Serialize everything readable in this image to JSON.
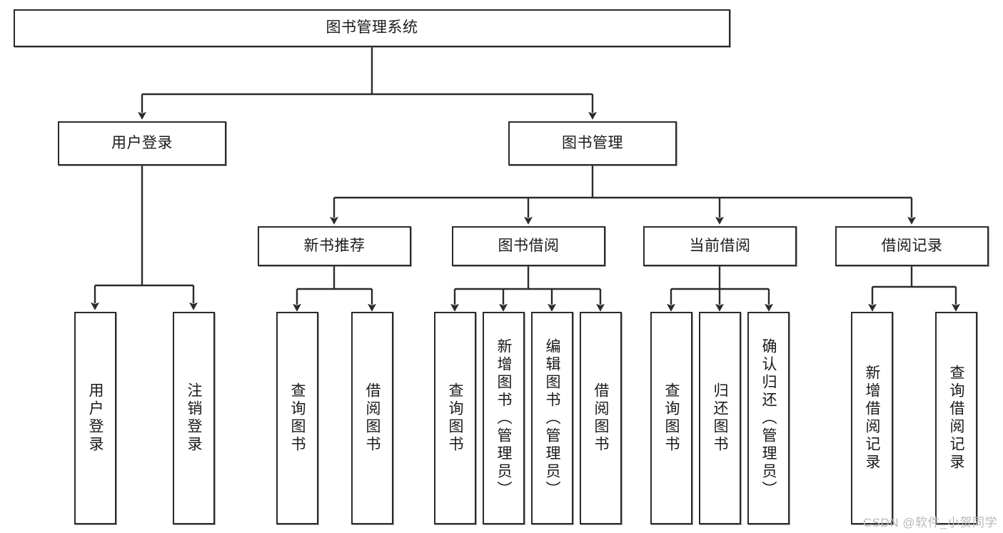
{
  "diagram": {
    "title": "图书管理系统",
    "type": "tree-hierarchy-chart",
    "root": {
      "label": "图书管理系统",
      "orientation": "horizontal"
    },
    "level2": [
      {
        "label": "用户登录",
        "orientation": "horizontal"
      },
      {
        "label": "图书管理",
        "orientation": "horizontal"
      }
    ],
    "level3": [
      {
        "label": "新书推荐",
        "orientation": "horizontal"
      },
      {
        "label": "图书借阅",
        "orientation": "horizontal"
      },
      {
        "label": "当前借阅",
        "orientation": "horizontal"
      },
      {
        "label": "借阅记录",
        "orientation": "horizontal"
      }
    ],
    "leaves": {
      "user_login": [
        {
          "label": "用户登录",
          "orientation": "vertical"
        },
        {
          "label": "注销登录",
          "orientation": "vertical"
        }
      ],
      "new_book_recommend": [
        {
          "label": "查询图书",
          "orientation": "vertical"
        },
        {
          "label": "借阅图书",
          "orientation": "vertical"
        }
      ],
      "book_borrow": [
        {
          "label": "查询图书",
          "orientation": "vertical"
        },
        {
          "label": "新增图书（管理员）",
          "orientation": "vertical"
        },
        {
          "label": "编辑图书（管理员）",
          "orientation": "vertical"
        },
        {
          "label": "借阅图书",
          "orientation": "vertical"
        }
      ],
      "current_borrow": [
        {
          "label": "查询图书",
          "orientation": "vertical"
        },
        {
          "label": "归还图书",
          "orientation": "vertical"
        },
        {
          "label": "确认归还（管理员）",
          "orientation": "vertical"
        }
      ],
      "borrow_record": [
        {
          "label": "新增借阅记录",
          "orientation": "vertical"
        },
        {
          "label": "查询借阅记录",
          "orientation": "vertical"
        }
      ]
    }
  },
  "watermark": {
    "text": "CSDN @软件_小贺同学"
  },
  "colors": {
    "stroke": "#2b2b2b",
    "box_fill": "#ffffff",
    "text": "#1a1a1a",
    "watermark": "#b9b9b9",
    "page_background": "#ffffff"
  }
}
